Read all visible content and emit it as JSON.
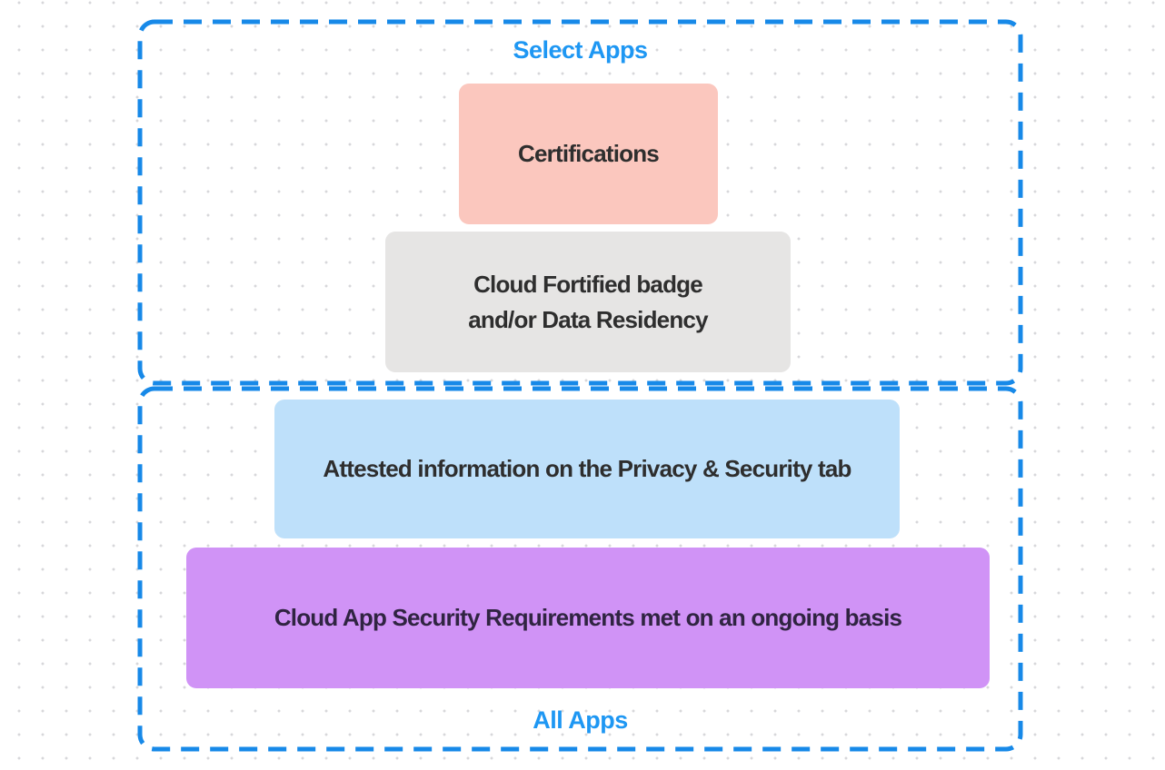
{
  "colors": {
    "background": "#FFFFFF",
    "dot_grid": "#D7D7DA",
    "accent_border": "#1789E8",
    "label_blue": "#1E97F3",
    "box_pink": "#FBC7BE",
    "box_gray": "#E6E5E4",
    "box_blue": "#BEE0FA",
    "box_purple": "#D093F6",
    "text_dark": "#2E2E2E",
    "text_purple_dark": "#302442"
  },
  "diagram": {
    "groups": [
      {
        "id": "select-apps",
        "label": "Select Apps",
        "position": "top"
      },
      {
        "id": "all-apps",
        "label": "All Apps",
        "position": "bottom"
      }
    ],
    "boxes": [
      {
        "id": "certifications",
        "label": "Certifications",
        "color": "#FBC7BE"
      },
      {
        "id": "cloud-fortified-data-residency",
        "label": "Cloud Fortified badge\nand/or Data Residency",
        "color": "#E6E5E4"
      },
      {
        "id": "attested-information",
        "label": "Attested information on the Privacy & Security tab",
        "color": "#BEE0FA"
      },
      {
        "id": "cloud-app-security-requirements",
        "label": "Cloud App Security Requirements met on an ongoing basis",
        "color": "#D093F6"
      }
    ]
  }
}
